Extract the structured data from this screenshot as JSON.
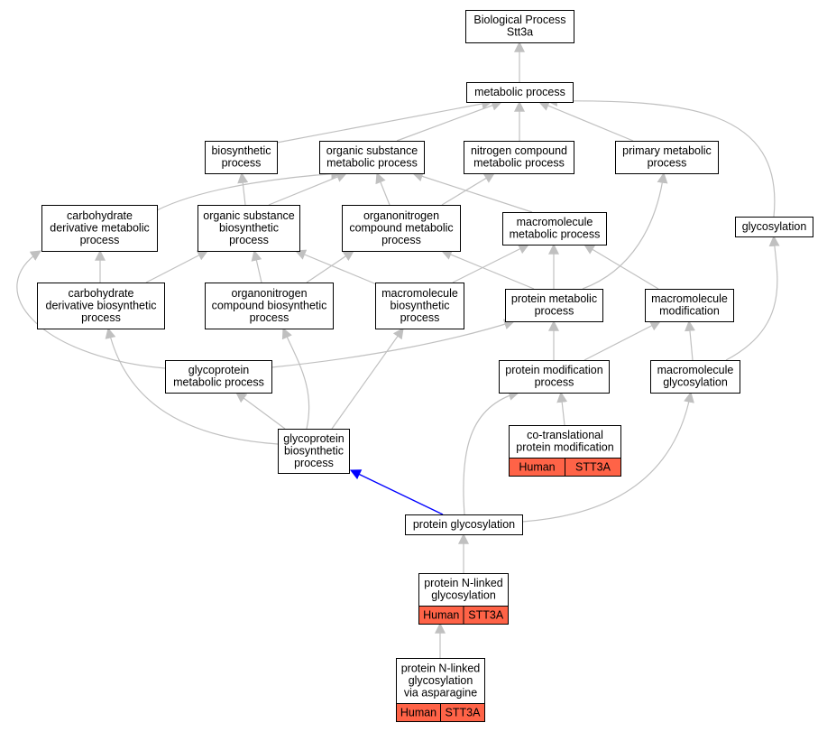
{
  "colors": {
    "node_fill": "#ffffff",
    "node_border": "#000000",
    "edge_default": "#c0c0c0",
    "edge_highlight": "#0000ff",
    "annotation_fill": "#ff6347"
  },
  "nodes": [
    {
      "id": "bp",
      "lines": [
        "Biological Process",
        "Stt3a"
      ]
    },
    {
      "id": "metabolic",
      "lines": [
        "metabolic process"
      ]
    },
    {
      "id": "biosynthetic",
      "lines": [
        "biosynthetic",
        "process"
      ]
    },
    {
      "id": "organic_sub_metabolic",
      "lines": [
        "organic substance",
        "metabolic process"
      ]
    },
    {
      "id": "nitrogen_compound",
      "lines": [
        "nitrogen compound",
        "metabolic process"
      ]
    },
    {
      "id": "primary_metabolic",
      "lines": [
        "primary metabolic",
        "process"
      ]
    },
    {
      "id": "carb_deriv_metabolic",
      "lines": [
        "carbohydrate",
        "derivative metabolic",
        "process"
      ]
    },
    {
      "id": "organic_sub_biosynthetic",
      "lines": [
        "organic substance",
        "biosynthetic",
        "process"
      ]
    },
    {
      "id": "organonitrogen_metabolic",
      "lines": [
        "organonitrogen",
        "compound metabolic",
        "process"
      ]
    },
    {
      "id": "macromolecule_metabolic",
      "lines": [
        "macromolecule",
        "metabolic process"
      ]
    },
    {
      "id": "glycosylation",
      "lines": [
        "glycosylation"
      ]
    },
    {
      "id": "carb_deriv_biosynthetic",
      "lines": [
        "carbohydrate",
        "derivative biosynthetic",
        "process"
      ]
    },
    {
      "id": "organonitrogen_biosynthetic",
      "lines": [
        "organonitrogen",
        "compound biosynthetic",
        "process"
      ]
    },
    {
      "id": "macromolecule_biosynthetic",
      "lines": [
        "macromolecule",
        "biosynthetic",
        "process"
      ]
    },
    {
      "id": "protein_metabolic",
      "lines": [
        "protein metabolic",
        "process"
      ]
    },
    {
      "id": "macromolecule_modification",
      "lines": [
        "macromolecule",
        "modification"
      ]
    },
    {
      "id": "glycoprotein_metabolic",
      "lines": [
        "glycoprotein",
        "metabolic process"
      ]
    },
    {
      "id": "protein_modification",
      "lines": [
        "protein modification",
        "process"
      ]
    },
    {
      "id": "macromolecule_glycosylation",
      "lines": [
        "macromolecule",
        "glycosylation"
      ]
    },
    {
      "id": "cotranslational",
      "lines": [
        "co-translational",
        "protein modification"
      ],
      "annotation": [
        "Human",
        "STT3A"
      ]
    },
    {
      "id": "glycoprotein_biosynthetic",
      "lines": [
        "glycoprotein",
        "biosynthetic",
        "process"
      ]
    },
    {
      "id": "protein_glycosylation",
      "lines": [
        "protein glycosylation"
      ]
    },
    {
      "id": "n_linked",
      "lines": [
        "protein N-linked",
        "glycosylation"
      ],
      "annotation": [
        "Human",
        "STT3A"
      ]
    },
    {
      "id": "n_linked_asparagine",
      "lines": [
        "protein N-linked",
        "glycosylation",
        "via asparagine"
      ],
      "annotation": [
        "Human",
        "STT3A"
      ]
    }
  ],
  "edges": [
    {
      "from": "metabolic",
      "to": "bp"
    },
    {
      "from": "biosynthetic",
      "to": "metabolic"
    },
    {
      "from": "organic_sub_metabolic",
      "to": "metabolic"
    },
    {
      "from": "nitrogen_compound",
      "to": "metabolic"
    },
    {
      "from": "primary_metabolic",
      "to": "metabolic"
    },
    {
      "from": "glycosylation",
      "to": "metabolic"
    },
    {
      "from": "carb_deriv_metabolic",
      "to": "organic_sub_metabolic"
    },
    {
      "from": "organic_sub_biosynthetic",
      "to": "biosynthetic"
    },
    {
      "from": "organic_sub_biosynthetic",
      "to": "organic_sub_metabolic"
    },
    {
      "from": "organonitrogen_metabolic",
      "to": "organic_sub_metabolic"
    },
    {
      "from": "organonitrogen_metabolic",
      "to": "nitrogen_compound"
    },
    {
      "from": "macromolecule_metabolic",
      "to": "organic_sub_metabolic"
    },
    {
      "from": "carb_deriv_biosynthetic",
      "to": "carb_deriv_metabolic"
    },
    {
      "from": "carb_deriv_biosynthetic",
      "to": "organic_sub_biosynthetic"
    },
    {
      "from": "organonitrogen_biosynthetic",
      "to": "organic_sub_biosynthetic"
    },
    {
      "from": "organonitrogen_biosynthetic",
      "to": "organonitrogen_metabolic"
    },
    {
      "from": "macromolecule_biosynthetic",
      "to": "organic_sub_biosynthetic"
    },
    {
      "from": "macromolecule_biosynthetic",
      "to": "macromolecule_metabolic"
    },
    {
      "from": "protein_metabolic",
      "to": "organonitrogen_metabolic"
    },
    {
      "from": "protein_metabolic",
      "to": "macromolecule_metabolic"
    },
    {
      "from": "protein_metabolic",
      "to": "primary_metabolic"
    },
    {
      "from": "macromolecule_modification",
      "to": "macromolecule_metabolic"
    },
    {
      "from": "glycoprotein_metabolic",
      "to": "carb_deriv_metabolic"
    },
    {
      "from": "glycoprotein_metabolic",
      "to": "protein_metabolic"
    },
    {
      "from": "protein_modification",
      "to": "protein_metabolic"
    },
    {
      "from": "protein_modification",
      "to": "macromolecule_modification"
    },
    {
      "from": "macromolecule_glycosylation",
      "to": "macromolecule_modification"
    },
    {
      "from": "macromolecule_glycosylation",
      "to": "glycosylation"
    },
    {
      "from": "cotranslational",
      "to": "protein_modification"
    },
    {
      "from": "glycoprotein_biosynthetic",
      "to": "glycoprotein_metabolic"
    },
    {
      "from": "glycoprotein_biosynthetic",
      "to": "carb_deriv_biosynthetic"
    },
    {
      "from": "glycoprotein_biosynthetic",
      "to": "organonitrogen_biosynthetic"
    },
    {
      "from": "glycoprotein_biosynthetic",
      "to": "macromolecule_biosynthetic"
    },
    {
      "from": "protein_glycosylation",
      "to": "glycoprotein_biosynthetic",
      "highlight": true
    },
    {
      "from": "protein_glycosylation",
      "to": "protein_modification"
    },
    {
      "from": "protein_glycosylation",
      "to": "macromolecule_glycosylation"
    },
    {
      "from": "n_linked",
      "to": "protein_glycosylation"
    },
    {
      "from": "n_linked_asparagine",
      "to": "n_linked"
    }
  ]
}
